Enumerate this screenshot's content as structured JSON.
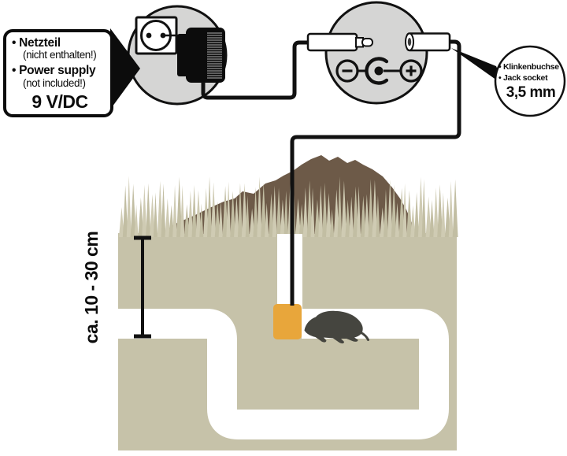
{
  "callout_power": {
    "bullet": "•",
    "item1_title": "Netzteil",
    "item1_note": "(nicht enthalten!)",
    "item2_title": "Power supply",
    "item2_note": "(not included!)",
    "voltage": "9 V/DC"
  },
  "callout_jack": {
    "bullet": "•",
    "item1": "Klinkenbuchse",
    "item2": "Jack socket",
    "size": "3,5 mm"
  },
  "depth_label": "ca. 10 - 30 cm",
  "colors": {
    "line": "#111111",
    "circle_fill": "#d5d5d4",
    "soil": "#c6c2a9",
    "grass": "#cfcbb3",
    "grass_alt": "#c2bea3",
    "mound": "#6d5a48",
    "tunnel": "#ffffff",
    "device": "#e8a63b",
    "mole": "#45453f",
    "rib": "#8f8f8f"
  }
}
